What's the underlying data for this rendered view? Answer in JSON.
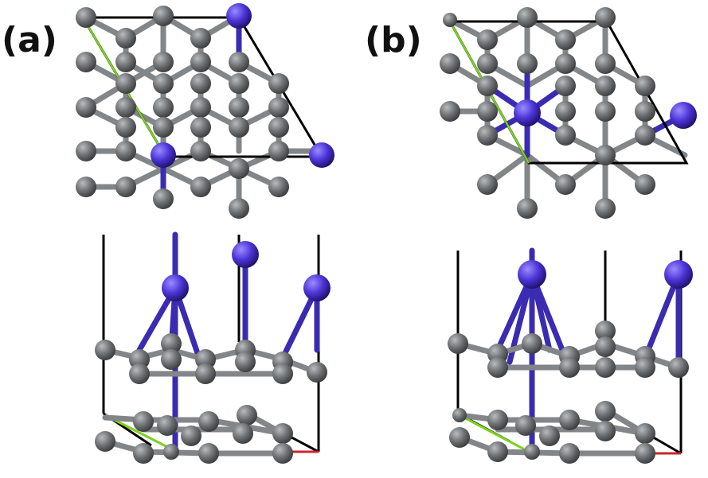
{
  "labels": {
    "a": "(a)",
    "b": "(b)"
  },
  "colors": {
    "carbon": "#6e7173",
    "dopant": "#4b34d6",
    "cell": "#000000",
    "axis_a": "#c8262b",
    "axis_b": "#7bd21f",
    "bond": "#838688"
  },
  "panels": [
    {
      "id": "a-top",
      "label_key": "a",
      "view": "top"
    },
    {
      "id": "a-side",
      "view": "side"
    },
    {
      "id": "b-top",
      "label_key": "b",
      "view": "top"
    },
    {
      "id": "b-side",
      "view": "side"
    }
  ]
}
